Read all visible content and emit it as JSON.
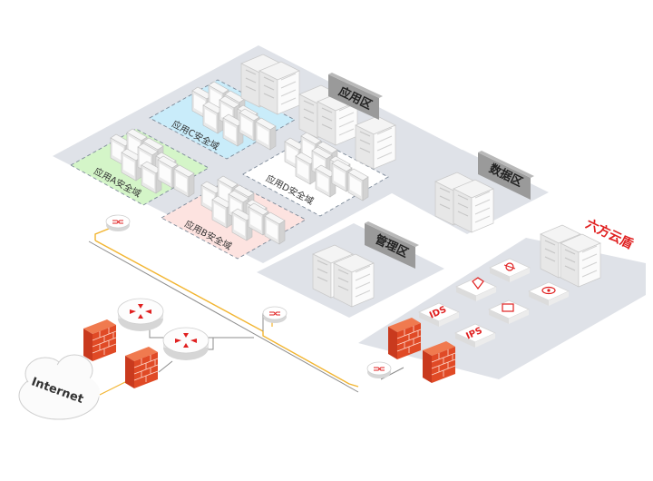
{
  "zones": {
    "application": "应用区",
    "data": "数据区",
    "management": "管理区",
    "liufang": "六方云盾"
  },
  "domains": {
    "a": "应用A安全域",
    "b": "应用B安全域",
    "c": "应用C安全域",
    "d": "应用D安全域"
  },
  "security_devices": {
    "ids": "IDS",
    "ips": "IPS"
  },
  "internet": "Internet",
  "colors": {
    "brand_red": "#e02020",
    "platform": "#dfe2e8",
    "domain_a": "#d4f5c8",
    "domain_b": "#fde3e0",
    "domain_c": "#c9ecfa",
    "domain_d": "#ffffff",
    "link_yellow": "#f2b531",
    "firewall_red": "#e04a26"
  },
  "icons": [
    "switch-icon",
    "router-icon",
    "firewall-icon",
    "cloud-icon",
    "server-icon",
    "bug-icon",
    "shield-icon",
    "eye-icon",
    "monitor-icon"
  ]
}
